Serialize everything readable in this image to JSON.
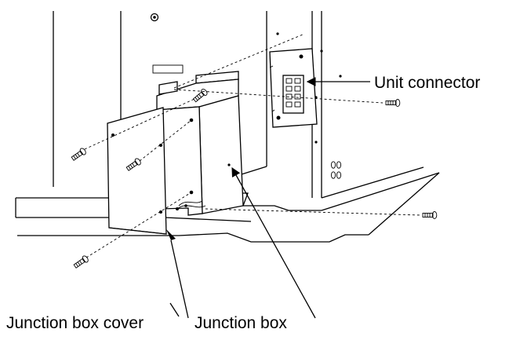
{
  "labels": {
    "unit_connector": "Unit connector",
    "junction_box_cover": "Junction box cover",
    "junction_box": "Junction box"
  },
  "colors": {
    "line": "#000000",
    "background": "#ffffff"
  }
}
